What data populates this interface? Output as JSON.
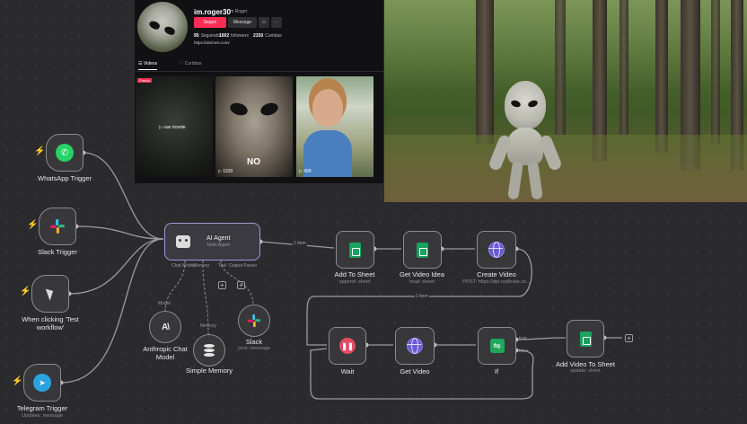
{
  "profile": {
    "username": "im.roger30",
    "handle": "im Roger",
    "follow_label": "Seguir",
    "message_label": "Message",
    "stats": [
      {
        "value": "95",
        "label": "Seguindo"
      },
      {
        "value": "1002",
        "label": "followers"
      },
      {
        "value": "2150",
        "label": "Curtidas"
      }
    ],
    "link": "https://aivimes.com/",
    "tabs": [
      "Videos",
      "Curtidas"
    ],
    "thumbs": [
      {
        "tag": "Fixado",
        "caption": "▷ vue ricente",
        "views": ""
      },
      {
        "tag": "",
        "caption": "",
        "overlay": "NO",
        "views": "▷ 1109"
      },
      {
        "tag": "",
        "caption": "",
        "views": "▷ 499"
      }
    ]
  },
  "triggers": {
    "whatsapp": {
      "label": "WhatsApp Trigger",
      "icon": "whatsapp-icon"
    },
    "slack": {
      "label": "Slack Trigger",
      "icon": "slack-icon"
    },
    "manual": {
      "label": "When clicking 'Test\nworkflow'",
      "icon": "cursor-icon"
    },
    "telegram": {
      "label": "Telegram Trigger",
      "sub": "Updates: message",
      "icon": "telegram-icon"
    }
  },
  "agent": {
    "title": "AI Agent",
    "subtitle": "Tools Agent",
    "ports": [
      "Chat Model",
      "Memory",
      "Tool",
      "Output Parser"
    ],
    "out_label": "1 item"
  },
  "subnodes": {
    "anthropic": {
      "label": "Anthropic Chat\nModel",
      "port": "Model"
    },
    "memory": {
      "label": "Simple Memory",
      "port": "Memory"
    },
    "slack": {
      "label": "Slack",
      "sub": "post: message"
    }
  },
  "flow": {
    "add_sheet": {
      "label": "Add To Sheet",
      "sub": "append: sheet"
    },
    "get_idea": {
      "label": "Get Video Idea",
      "sub": "read: sheet"
    },
    "create_video": {
      "label": "Create Video",
      "sub": "POST: https://api.replicate.co..."
    },
    "loop_label": "1 item",
    "wait": {
      "label": "Wait"
    },
    "get_video": {
      "label": "Get Video"
    },
    "if": {
      "label": "If",
      "true_label": "true",
      "false_label": "false"
    },
    "add_video_sheet": {
      "label": "Add Video To Sheet",
      "sub": "update: sheet"
    }
  },
  "colors": {
    "canvas": "#2b2b2d",
    "node_bg": "#38383b",
    "node_border": "#8c8c90",
    "agent_border": "#9b9bd6",
    "trigger_bolt": "#ff5c5c",
    "sheets_green": "#1aa261",
    "http_purple": "#6a5bd6",
    "wait_red": "#e34a63"
  }
}
